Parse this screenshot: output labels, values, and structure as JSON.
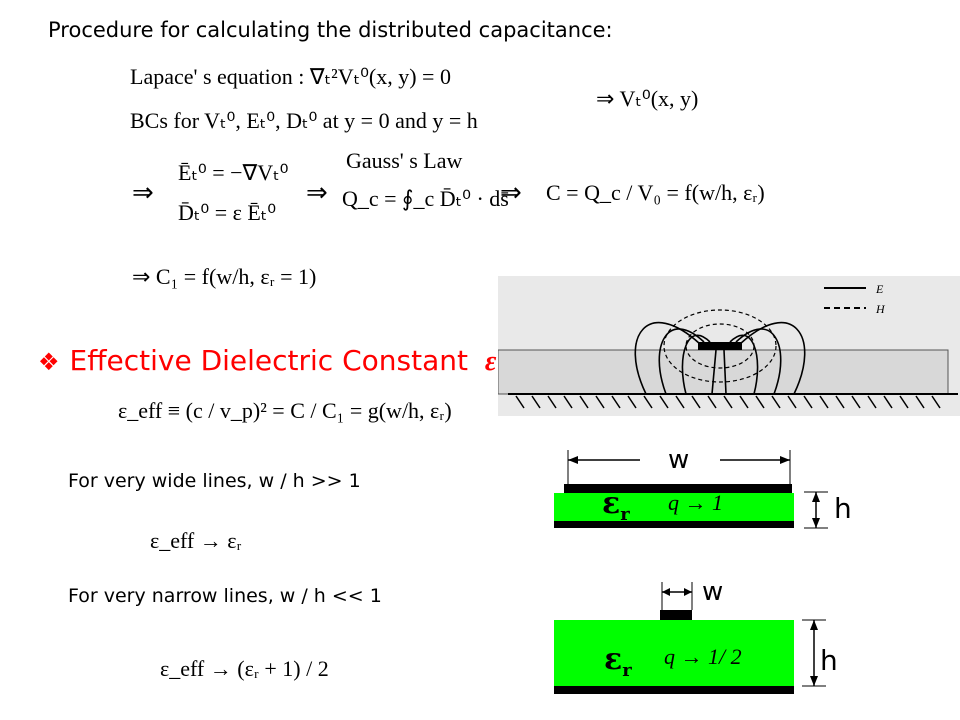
{
  "title": "Procedure for calculating the distributed capacitance:",
  "equations": {
    "laplace": "Lapace' s equation :  ∇ₜ²Vₜ⁰(x, y) = 0",
    "bcs": "BCs  for  Vₜ⁰, Eₜ⁰, Dₜ⁰  at  y = 0  and   y  =  h",
    "implies_v": "⇒  Vₜ⁰(x, y)",
    "e_field": "Ēₜ⁰ = −∇Vₜ⁰",
    "d_field": "D̄ₜ⁰ = ε Ēₜ⁰",
    "gauss_label": "Gauss' s Law",
    "gauss": "Q_c = ∮_c D̄ₜ⁰ · ds̄",
    "cap": "C = Q_c / V₀ = f(w/h, εᵣ)",
    "c1": "⇒  C₁ = f(w/h, εᵣ = 1)",
    "eff": "ε_eff ≡ (c / v_p)² = C / C₁ = g(w/h, εᵣ)",
    "eff_wide": "ε_eff → εᵣ",
    "eff_narrow": "ε_eff → (εᵣ + 1) / 2"
  },
  "heading": {
    "bullet": "❖",
    "text": "Effective Dielectric Constant",
    "symbol": "ε"
  },
  "notes": {
    "wide": "For very wide lines, w / h >> 1",
    "narrow": "For very narrow lines, w / h << 1"
  },
  "field_figure": {
    "legend_e": "E",
    "legend_h": "H"
  },
  "wide_line": {
    "w_label": "w",
    "h_label": "h",
    "eps": "ε",
    "eps_sub": "r",
    "q": "q → 1"
  },
  "narrow_line": {
    "w_label": "w",
    "h_label": "h",
    "eps": "ε",
    "eps_sub": "r",
    "q": "q → 1/ 2"
  },
  "colors": {
    "heading": "#ff0000",
    "substrate": "#00ff00",
    "conductor": "#000000",
    "field_substrate": "#d8d8d8"
  }
}
